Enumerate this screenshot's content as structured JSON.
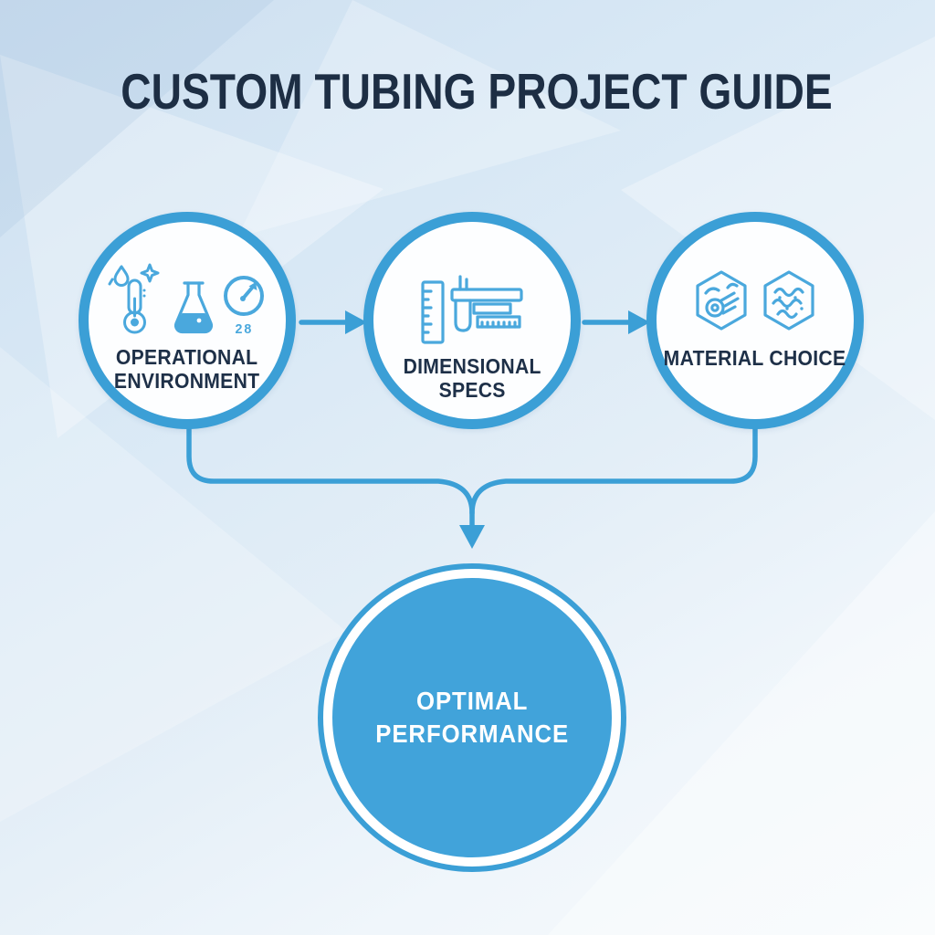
{
  "title": "CUSTOM TUBING PROJECT GUIDE",
  "colors": {
    "accent_blue": "#3b9fd6",
    "fill_blue": "#41a3da",
    "icon_blue": "#4aa8dd",
    "text_navy": "#1e3048",
    "text_white": "#ffffff"
  },
  "steps": [
    {
      "label_line1": "OPERATIONAL",
      "label_line2": "ENVIRONMENT",
      "icons": [
        "thermometer-flame-icon",
        "sparkle-icon",
        "flask-icon",
        "gauge-icon"
      ],
      "gauge_reading": "28"
    },
    {
      "label_line1": "DIMENSIONAL",
      "label_line2": "SPECS",
      "icons": [
        "ruler-icon",
        "caliper-icon"
      ]
    },
    {
      "label_line1": "MATERIAL CHOICE",
      "icons": [
        "material-roll-hexagon-icon",
        "polymer-hexagon-icon"
      ]
    }
  ],
  "result": {
    "label_line1": "OPTIMAL",
    "label_line2": "PERFORMANCE"
  }
}
